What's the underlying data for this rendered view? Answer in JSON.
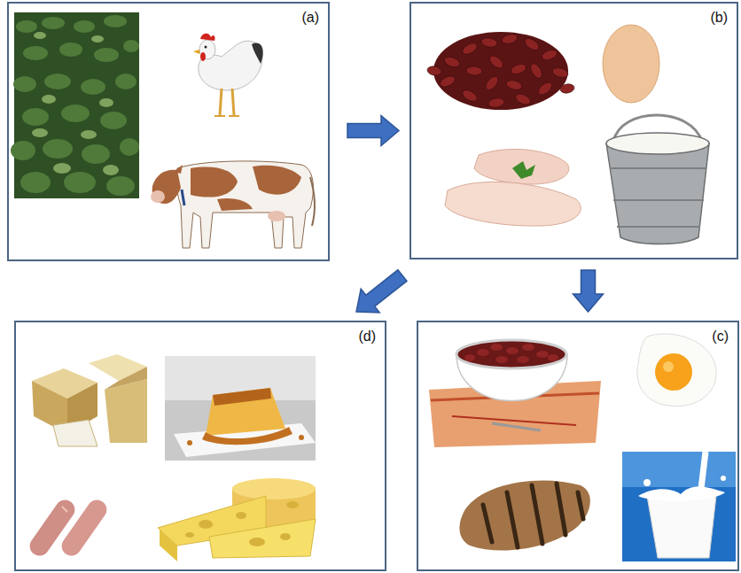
{
  "diagram": {
    "nodes": [
      {
        "text": [
          "(a)"
        ]
      },
      {
        "text": [
          "(b)"
        ]
      },
      {
        "text": [
          "(c)"
        ]
      },
      {
        "text": [
          "(d)"
        ]
      }
    ],
    "edges": [
      {
        "from": 0,
        "to": 1,
        "arrow": "to"
      },
      {
        "from": 1,
        "to": 2,
        "arrow": "to"
      },
      {
        "from": 1,
        "to": 3,
        "arrow": "to"
      }
    ]
  }
}
